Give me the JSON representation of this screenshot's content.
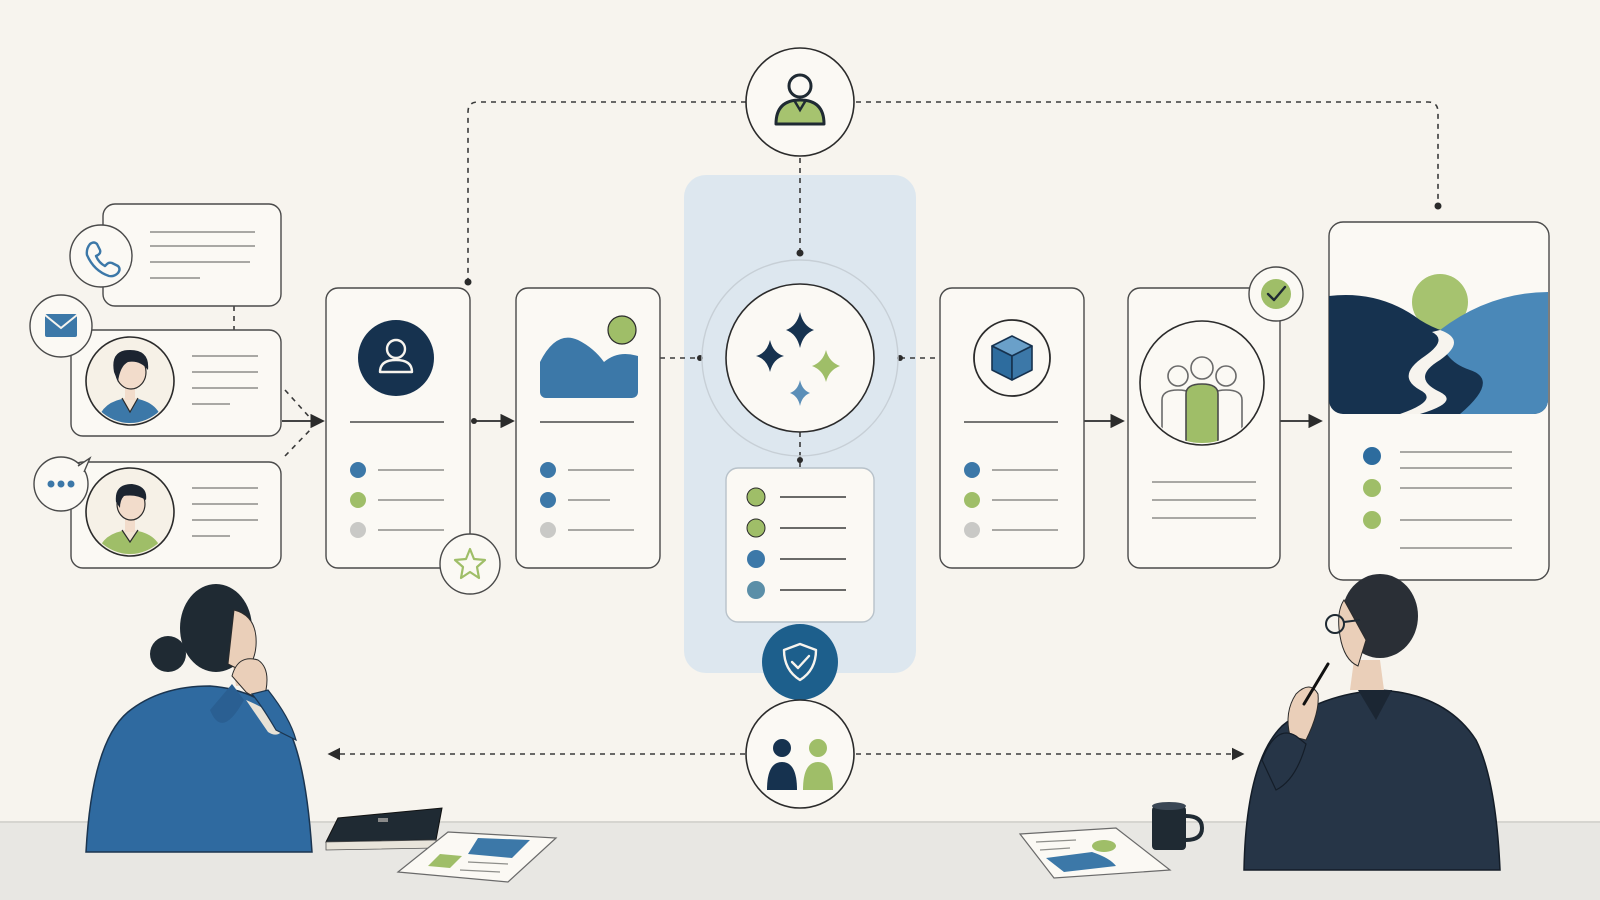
{
  "colors": {
    "background": "#f7f4ee",
    "navy": "#16324f",
    "blue": "#3c78a8",
    "green": "#9fbe68",
    "gray": "#c9c9c6",
    "card": "#fbf9f4",
    "line": "#3a3a3a",
    "highlight": "#dbe6ee",
    "desk": "#e7e6e2"
  },
  "icons": {
    "top_hub": "person-icon",
    "phone": "phone-icon",
    "mail": "mail-icon",
    "chat": "chat-bubble-icon",
    "profile": "user-profile-icon",
    "star": "star-icon",
    "image": "image-landscape-icon",
    "ai": "sparkle-icon",
    "shield": "shield-check-icon",
    "cube": "cube-icon",
    "team": "team-icon",
    "check": "check-icon",
    "bottom_hub": "two-people-icon",
    "notebook": "notebook-icon",
    "mug": "coffee-mug-icon"
  },
  "flow": {
    "stages": [
      "contact-inputs",
      "profile-card",
      "image-card",
      "ai-processing",
      "product-card",
      "team-card",
      "final-output"
    ],
    "center_list_dots": [
      "green",
      "green",
      "blue",
      "blue"
    ]
  }
}
